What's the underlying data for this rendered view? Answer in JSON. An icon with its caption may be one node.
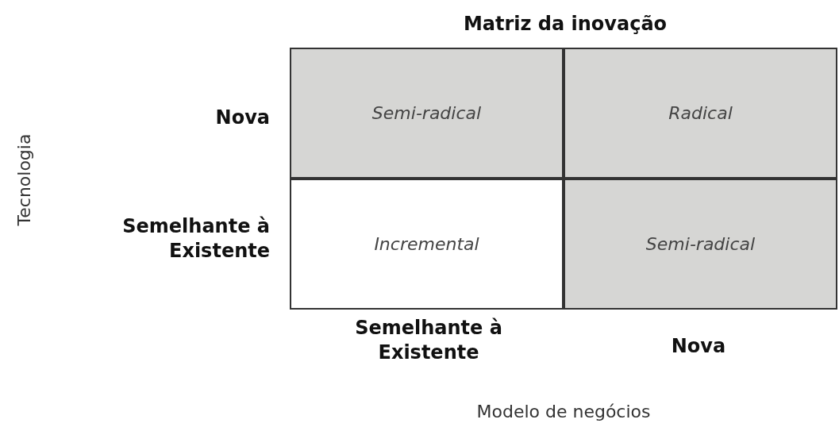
{
  "diagram": {
    "title": "Matriz da inovação",
    "nodes": [
      {
        "text": [
          "Semi-radical"
        ]
      },
      {
        "text": [
          "Radical"
        ]
      },
      {
        "text": [
          "Incremental"
        ]
      },
      {
        "text": [
          "Semi-radical"
        ]
      }
    ],
    "labels": [
      "Tecnologia",
      "Nova",
      "Semelhante à Existente",
      "Semelhante à Existente",
      "Nova",
      "Modelo de negócios"
    ]
  }
}
